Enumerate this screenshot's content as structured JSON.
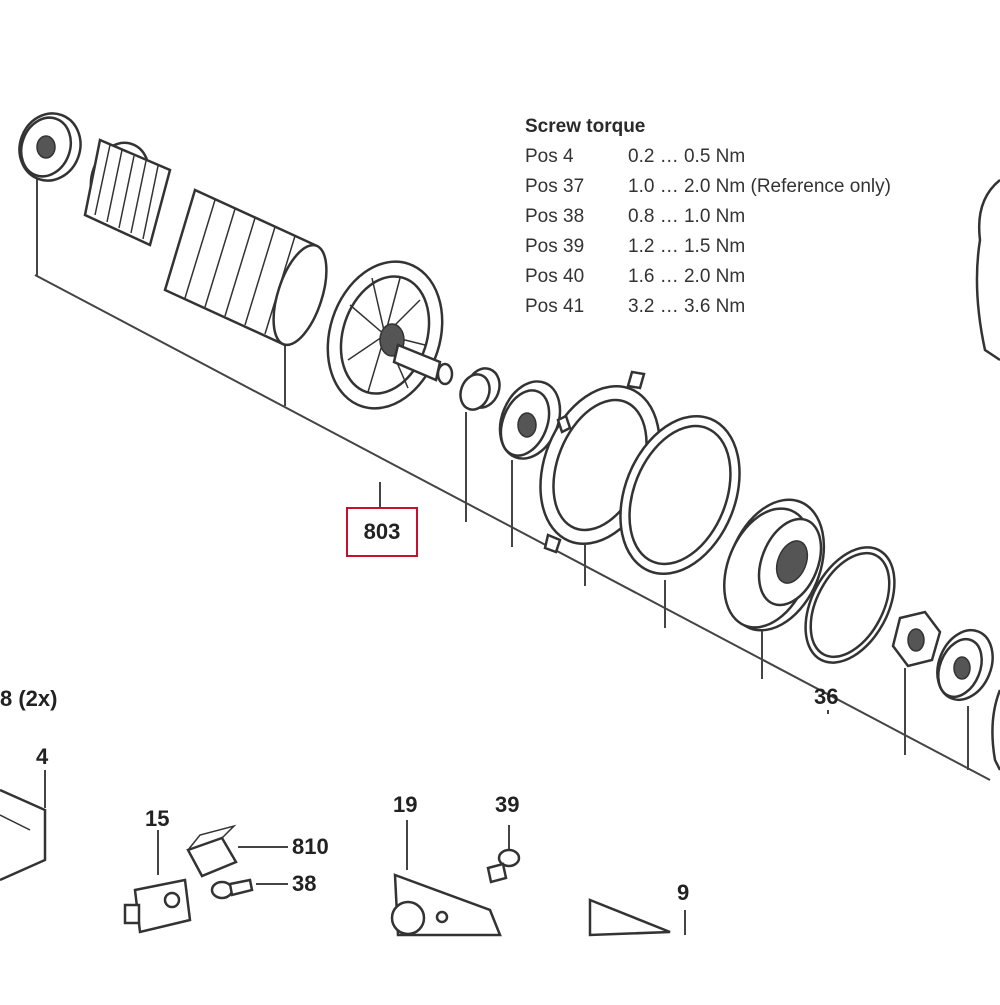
{
  "screw_torque": {
    "title": "Screw torque",
    "rows": [
      {
        "pos": "Pos 4",
        "value": "0.2 … 0.5 Nm"
      },
      {
        "pos": "Pos 37",
        "value": "1.0 … 2.0 Nm (Reference only)"
      },
      {
        "pos": "Pos 38",
        "value": "0.8 … 1.0 Nm"
      },
      {
        "pos": "Pos 39",
        "value": "1.2 … 1.5 Nm"
      },
      {
        "pos": "Pos 40",
        "value": "1.6 … 2.0 Nm"
      },
      {
        "pos": "Pos 41",
        "value": "3.2 … 3.6 Nm"
      }
    ]
  },
  "labels": {
    "assembly": "803",
    "pos36": "36",
    "pos38_2x": "8 (2x)",
    "pos4": "4",
    "pos15": "15",
    "pos19": "19",
    "pos39": "39",
    "pos810": "810",
    "pos38": "38",
    "pos9": "9"
  },
  "colors": {
    "highlight": "#c8102e",
    "linework": "#333333"
  }
}
